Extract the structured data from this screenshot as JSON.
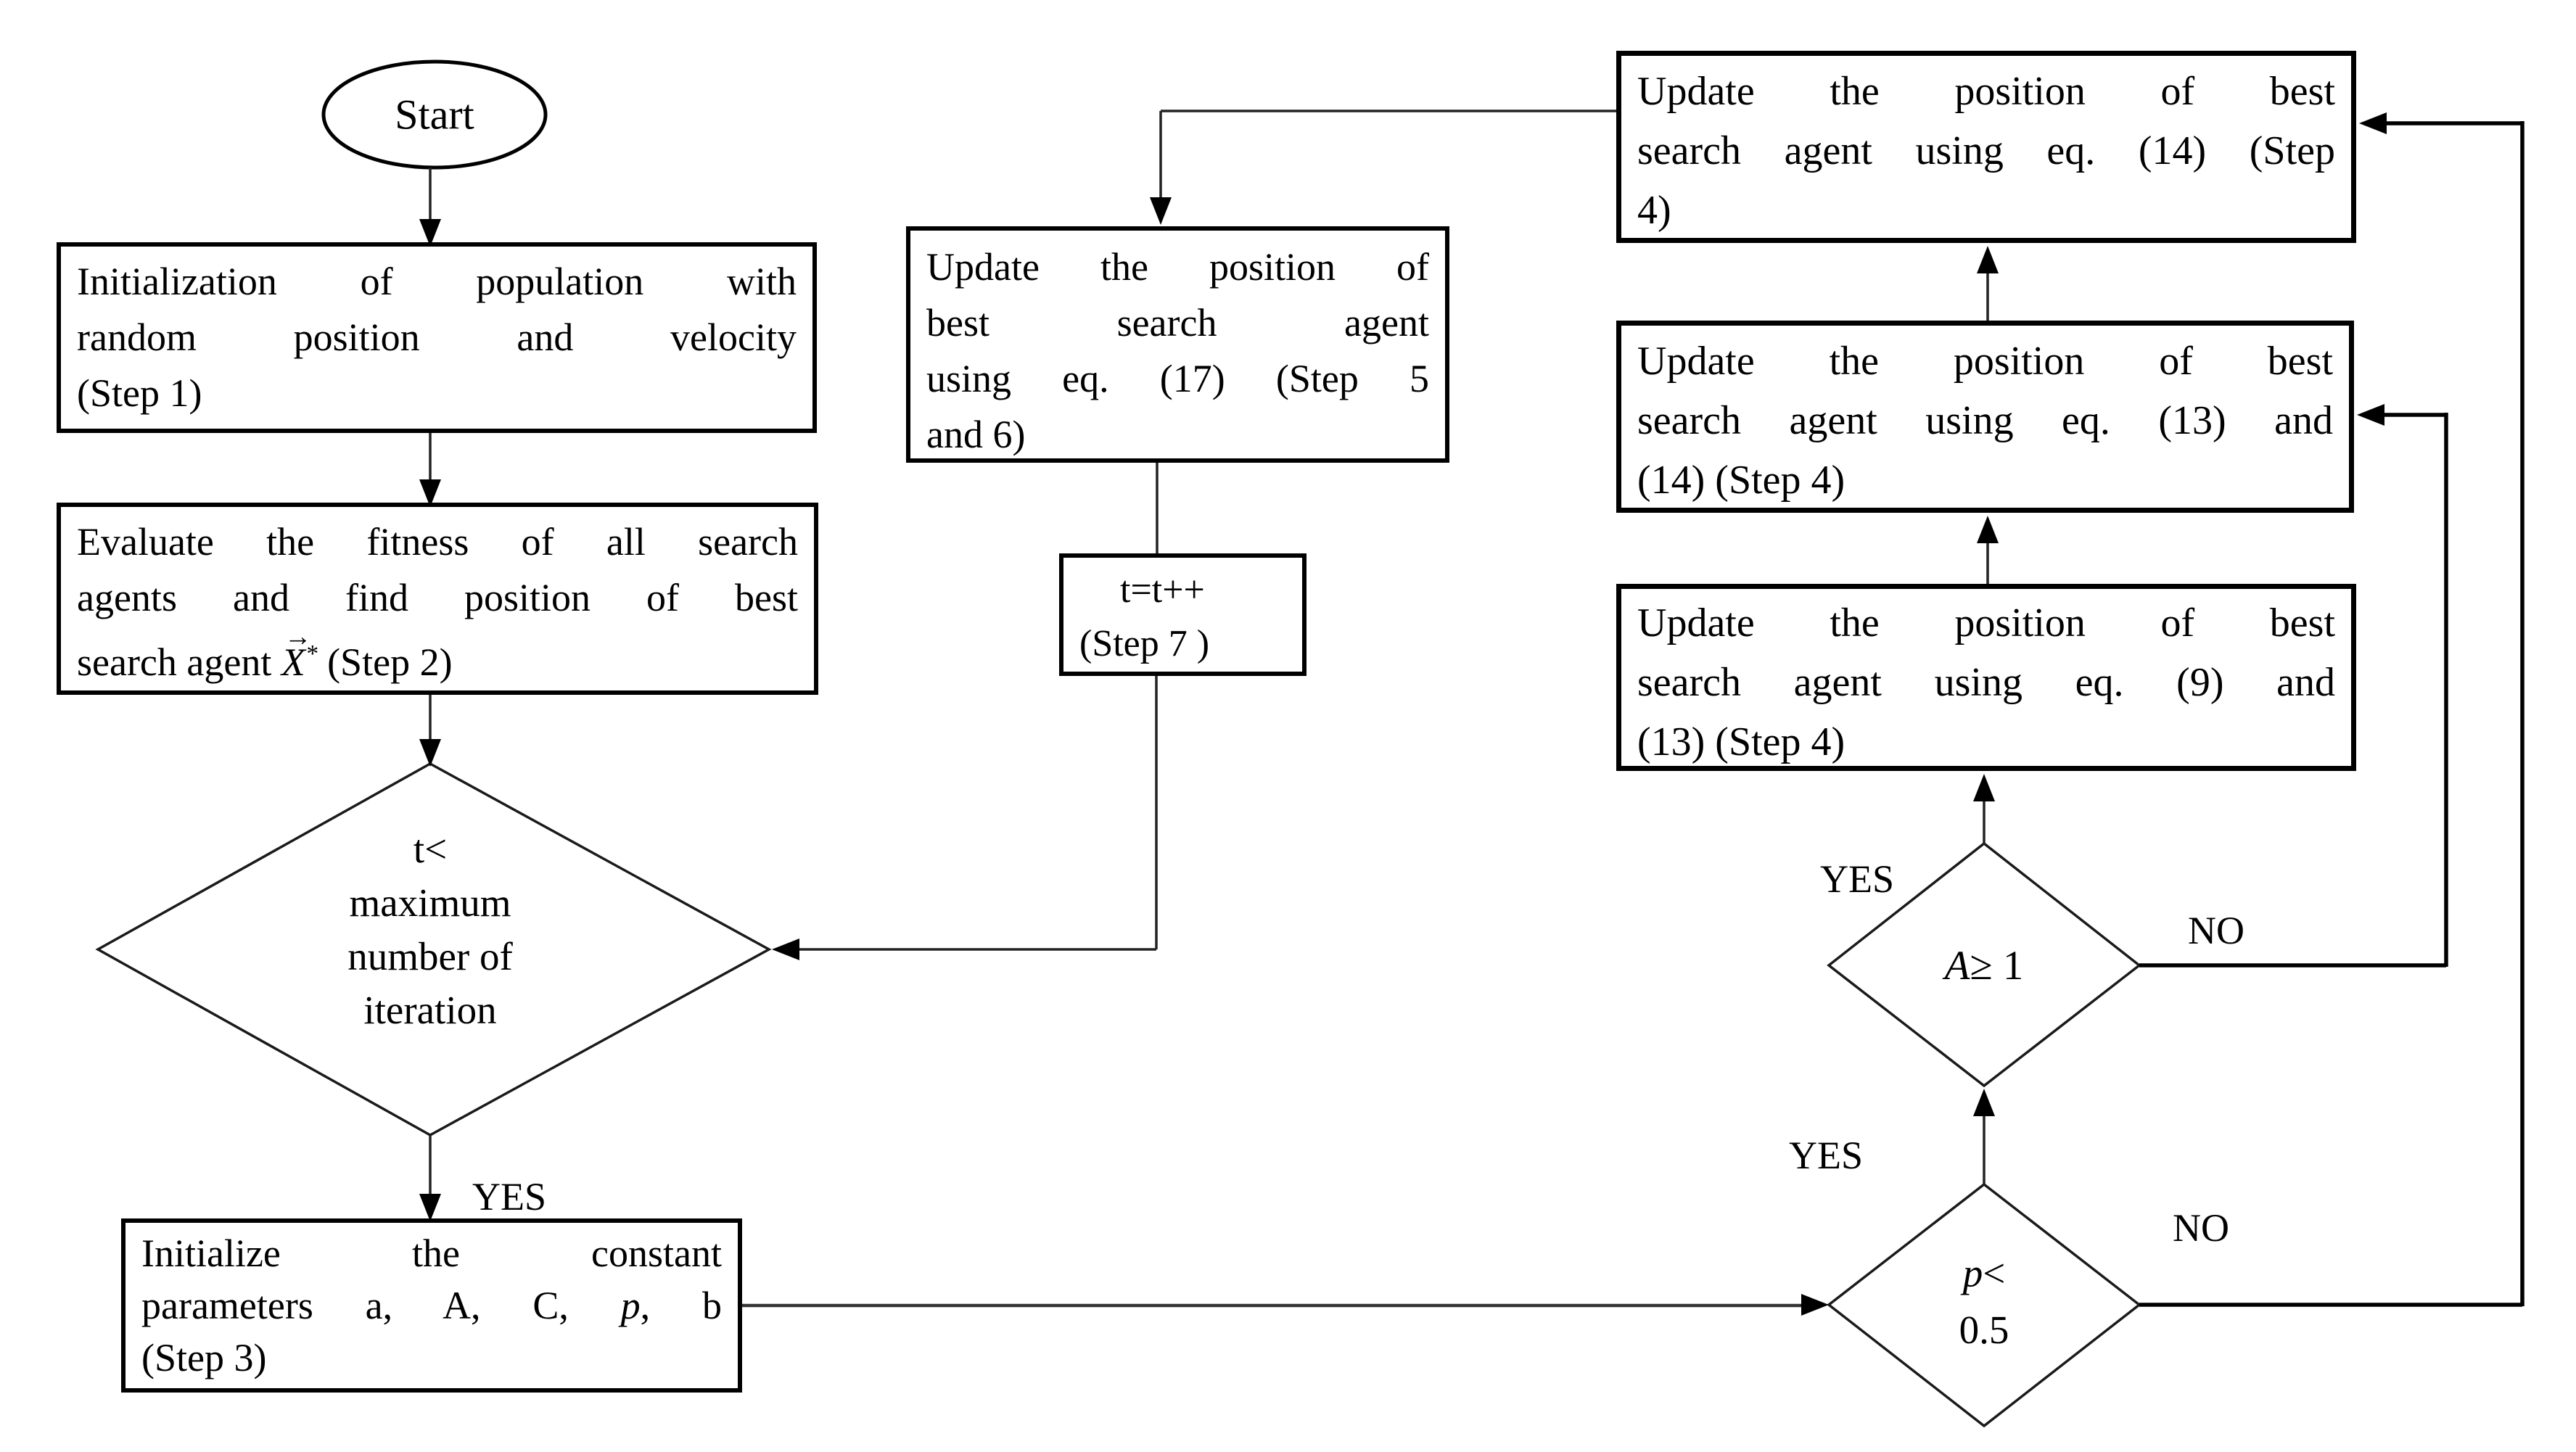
{
  "start": {
    "label": "Start"
  },
  "process_boxes": {
    "step1": {
      "lines": [
        "Initialization of population with",
        "random position and velocity",
        "(Step 1)"
      ]
    },
    "step2": {
      "lines": [
        "Evaluate the fitness of all search",
        "agents and find position of best"
      ],
      "line3": {
        "prefix": "search agent ",
        "vector": "X",
        "vector_arrow": "→",
        "superscript": "*",
        "suffix": " (Step 2)"
      }
    },
    "step3": {
      "line1": "Initialize the constant",
      "line2": {
        "prefix": "parameters a, A, C, ",
        "italic": "p",
        "suffix": ", b"
      },
      "line3": "(Step 3)"
    },
    "step5_6": {
      "lines": [
        "Update the position of",
        "best search agent",
        "using eq. (17) (Step 5",
        "and 6)"
      ]
    },
    "step7": {
      "lines": [
        "t=t++",
        "(Step 7 )"
      ]
    },
    "step4_eq14": {
      "lines": [
        "Update the position of best",
        "search agent using eq. (14) (Step",
        "4)"
      ]
    },
    "step4_eq13_14": {
      "lines": [
        "Update the position of best",
        "search agent using eq. (13) and",
        "(14) (Step 4)"
      ]
    },
    "step4_eq9_13": {
      "lines": [
        "Update the position of best",
        "search agent using eq. (9) and",
        "(13) (Step 4)"
      ]
    }
  },
  "decisions": {
    "iteration_check": {
      "lines": [
        "t<",
        "maximum",
        "number of",
        "iteration"
      ]
    },
    "p_check": {
      "italic": "p",
      "operator": "<",
      "value": "0.5"
    },
    "a_check": {
      "italic": "A",
      "condition": "≥ 1"
    }
  },
  "edge_labels": {
    "iteration_yes": "YES",
    "p_yes": "YES",
    "a_yes": "YES",
    "a_no": "NO",
    "p_no": "NO"
  },
  "colors": {
    "stroke": "#000000",
    "background": "#ffffff",
    "text": "#000000"
  }
}
